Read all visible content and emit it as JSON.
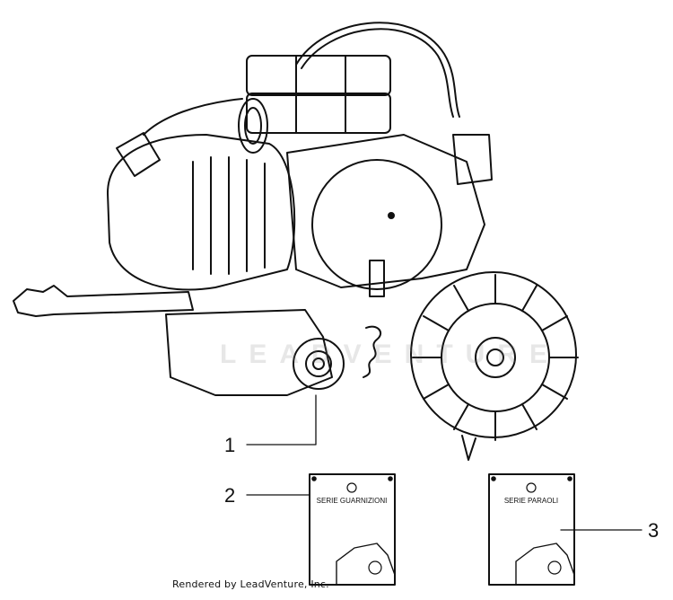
{
  "callouts": [
    {
      "number": "1",
      "part": "engine-assembly"
    },
    {
      "number": "2",
      "part": "gasket-kit"
    },
    {
      "number": "3",
      "part": "oil-seal-kit"
    }
  ],
  "kits": {
    "gasket_label": "SERIE GUARNIZIONI",
    "seal_label": "SERIE PARAOLI"
  },
  "footer": {
    "credit": "Rendered by LeadVenture, Inc."
  },
  "watermark": {
    "text": "LEADVENTURE"
  }
}
